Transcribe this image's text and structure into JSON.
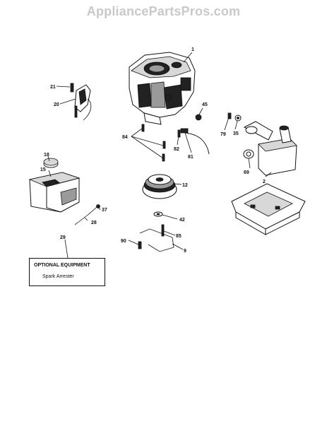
{
  "watermark": "AppliancePartsPros.com",
  "part_numbers": {
    "p1": "1",
    "p2": "2",
    "p9": "9",
    "p12": "12",
    "p15": "15",
    "p18": "18",
    "p20": "20",
    "p21": "21",
    "p28": "28",
    "p29": "29",
    "p35": "35",
    "p37": "37",
    "p42": "42",
    "p45": "45",
    "p69": "69",
    "p79": "79",
    "p81": "81",
    "p82": "82",
    "p84": "84",
    "p85": "85",
    "p90": "90"
  },
  "optional_box": {
    "title": "OPTIONAL EQUIPMENT",
    "item": "Spark Arrester"
  }
}
